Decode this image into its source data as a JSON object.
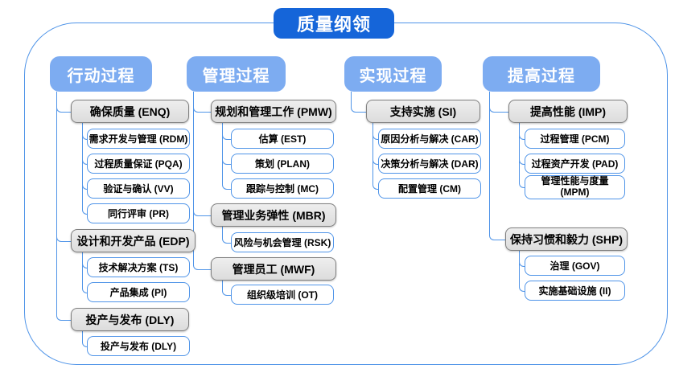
{
  "title": "质量纲领",
  "colors": {
    "title_bg": "#1565d9",
    "header_bg": "#7dacf1",
    "connector": "#4f94e8",
    "group_bg": "#e2e2e2",
    "group_border": "#7f7f7f",
    "leaf_border": "#4f94e8"
  },
  "columns": [
    {
      "label": "行动过程",
      "groups": [
        {
          "label": "确保质量 (ENQ)",
          "children": [
            "需求开发与管理 (RDM)",
            "过程质量保证 (PQA)",
            "验证与确认 (VV)",
            "同行评审 (PR)"
          ]
        },
        {
          "label": "设计和开发产品 (EDP)",
          "children": [
            "技术解决方案 (TS)",
            "产品集成 (PI)"
          ]
        },
        {
          "label": "投产与发布 (DLY)",
          "children": [
            "投产与发布 (DLY)"
          ]
        }
      ]
    },
    {
      "label": "管理过程",
      "groups": [
        {
          "label": "规划和管理工作 (PMW)",
          "children": [
            "估算 (EST)",
            "策划 (PLAN)",
            "跟踪与控制 (MC)"
          ]
        },
        {
          "label": "管理业务弹性 (MBR)",
          "children": [
            "风险与机会管理 (RSK)"
          ]
        },
        {
          "label": "管理员工 (MWF)",
          "children": [
            "组织级培训 (OT)"
          ]
        }
      ]
    },
    {
      "label": "实现过程",
      "groups": [
        {
          "label": "支持实施 (SI)",
          "children": [
            "原因分析与解决 (CAR)",
            "决策分析与解决 (DAR)",
            "配置管理 (CM)"
          ]
        }
      ]
    },
    {
      "label": "提高过程",
      "groups": [
        {
          "label": "提高性能 (IMP)",
          "children": [
            "过程管理 (PCM)",
            "过程资产开发 (PAD)",
            "管理性能与度量 (MPM)"
          ]
        },
        {
          "label": "保持习惯和毅力 (SHP)",
          "children": [
            "治理 (GOV)",
            "实施基础设施 (II)"
          ]
        }
      ]
    }
  ]
}
